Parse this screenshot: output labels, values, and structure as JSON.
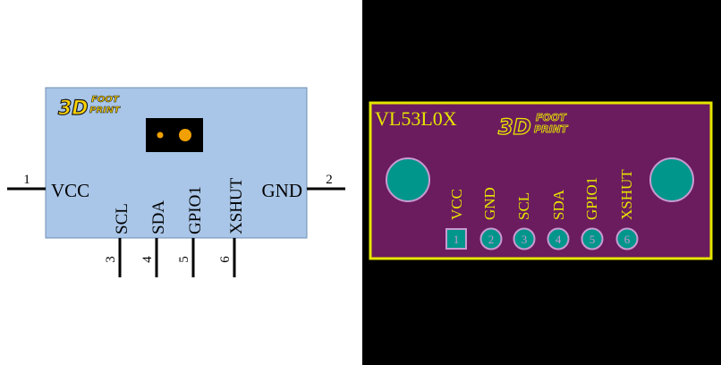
{
  "logo": {
    "big": "3D",
    "top": "FOOT",
    "bottom": "PRINT"
  },
  "schematic": {
    "pins": [
      {
        "number": "1",
        "name": "VCC"
      },
      {
        "number": "2",
        "name": "GND"
      },
      {
        "number": "3",
        "name": "SCL"
      },
      {
        "number": "4",
        "name": "SDA"
      },
      {
        "number": "5",
        "name": "GPIO1"
      },
      {
        "number": "6",
        "name": "XSHUT"
      }
    ]
  },
  "pcb": {
    "part_name": "VL53L0X",
    "pin_labels": [
      "VCC",
      "GND",
      "SCL",
      "SDA",
      "GPIO1",
      "XSHUT"
    ],
    "pad_numbers": [
      "1",
      "2",
      "3",
      "4",
      "5",
      "6"
    ]
  },
  "colors": {
    "symbol_fill": "#a9c6e8",
    "pcb_background": "#000000",
    "board_fill": "#6b1c5e",
    "silkscreen": "#e6e600",
    "pad_fill": "#00968c",
    "pad_ring": "#c99ad2",
    "pin_line": "#000000"
  }
}
